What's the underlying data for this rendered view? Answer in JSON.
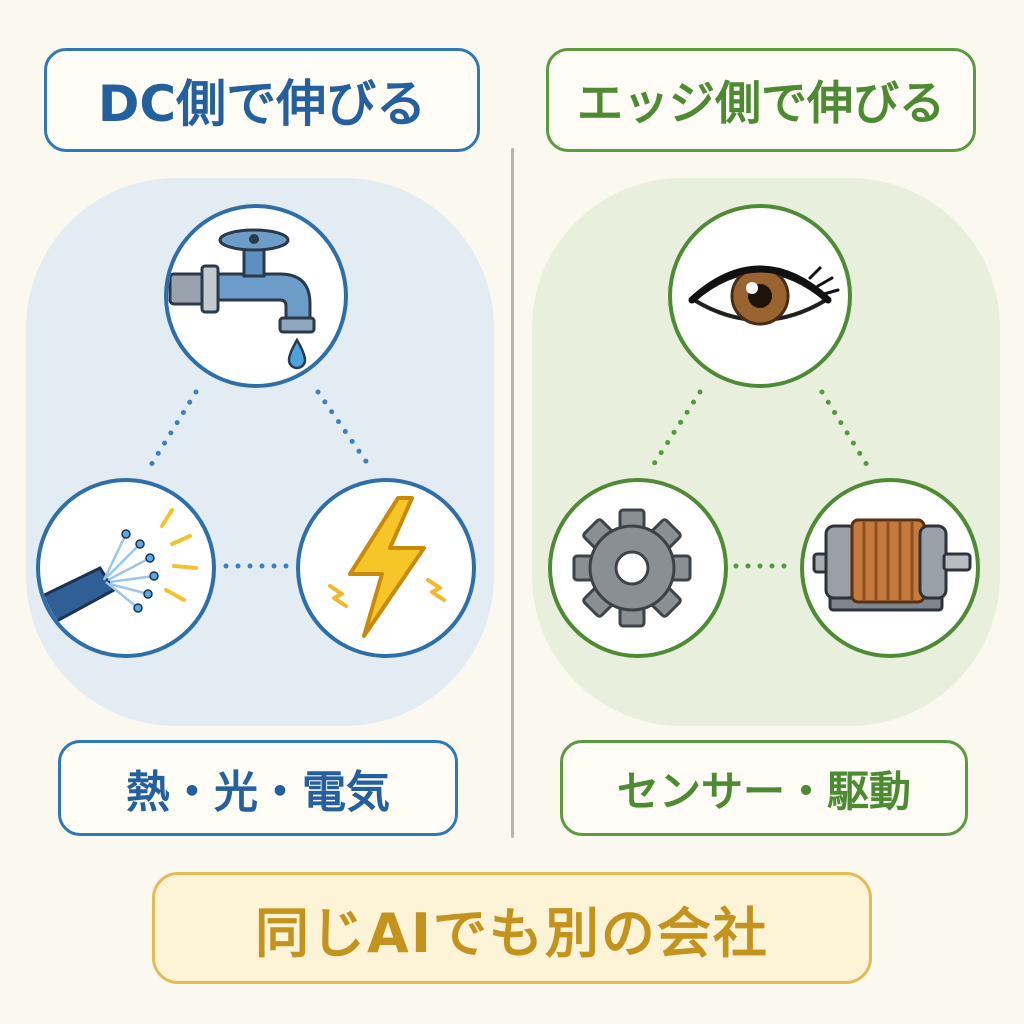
{
  "left": {
    "title": "DC側で伸びる",
    "label": "熱・光・電気",
    "icons": [
      "faucet-icon",
      "fiber-optic-cable-icon",
      "lightning-bolt-icon"
    ]
  },
  "right": {
    "title": "エッジ側で伸びる",
    "label": "センサー・駆動",
    "icons": [
      "eye-icon",
      "gear-icon",
      "electric-motor-icon"
    ]
  },
  "banner": "同じAIでも別の会社",
  "colors": {
    "background": "#fbf8ef",
    "left_accent": "#2f78b6",
    "left_panel": "#e3ecf3",
    "right_accent": "#5b9a3f",
    "right_panel": "#e8f0dd",
    "banner_border": "#e2bb54",
    "banner_text": "#c4931d",
    "divider": "#b9b3aa"
  }
}
